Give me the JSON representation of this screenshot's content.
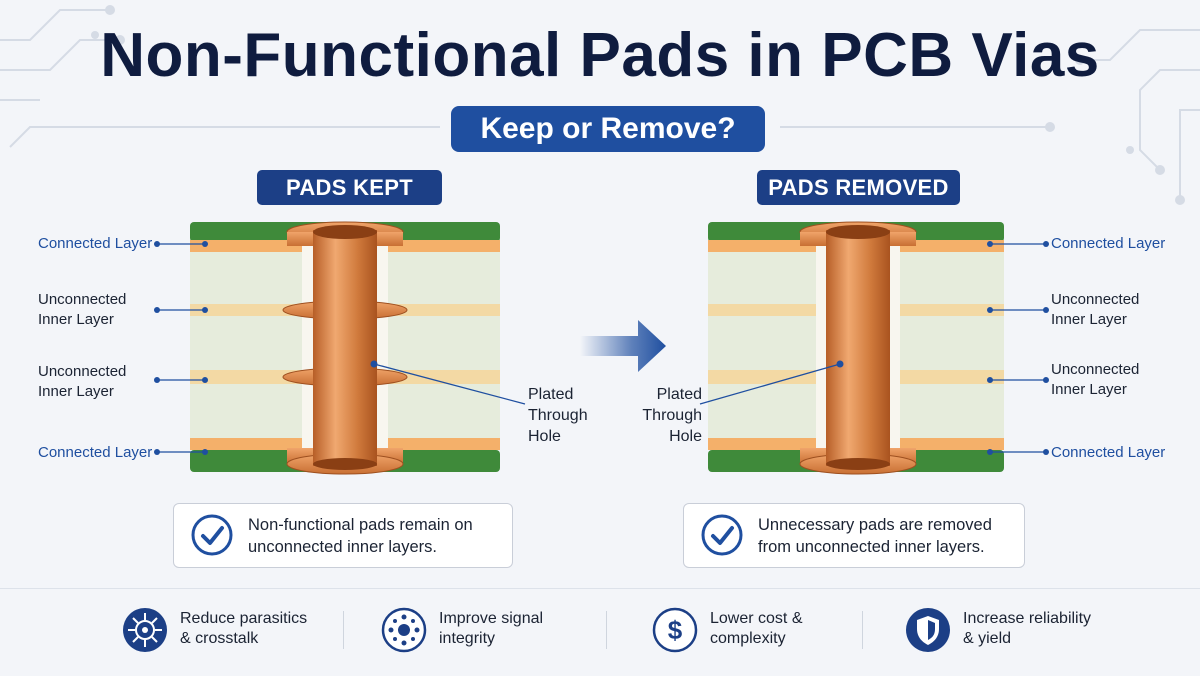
{
  "title": "Non-Functional Pads in PCB Vias",
  "subtitle": "Keep or Remove?",
  "left_panel": {
    "label": "PADS KEPT",
    "layer_labels": {
      "connected_top": "Connected Layer",
      "unconnected_1": "Unconnected Inner Layer",
      "unconnected_2": "Unconnected Inner Layer",
      "connected_bottom": "Connected Layer"
    },
    "plated_through_hole": "Plated Through Hole",
    "caption": "Non-functional pads remain on unconnected inner layers."
  },
  "right_panel": {
    "label": "PADS REMOVED",
    "layer_labels": {
      "connected_top": "Connected Layer",
      "unconnected_1": "Unconnected Inner Layer",
      "unconnected_2": "Unconnected Inner Layer",
      "connected_bottom": "Connected Layer"
    },
    "plated_through_hole": "Plated Through Hole",
    "caption": "Unnecessary pads are removed from unconnected inner layers."
  },
  "benefits": [
    {
      "icon": "parasitics-icon",
      "text": "Reduce parasitics & crosstalk"
    },
    {
      "icon": "signal-integrity-icon",
      "text": "Improve signal integrity"
    },
    {
      "icon": "dollar-icon",
      "text": "Lower cost & complexity"
    },
    {
      "icon": "shield-icon",
      "text": "Increase reliability & yield"
    }
  ],
  "colors": {
    "navy": "#0f1c3f",
    "accent_blue": "#1f4fa0",
    "copper": "#d9864b",
    "pcb_green": "#3f8a3a",
    "substrate": "#e6ecdc",
    "prepreg": "#f3d9a4"
  }
}
